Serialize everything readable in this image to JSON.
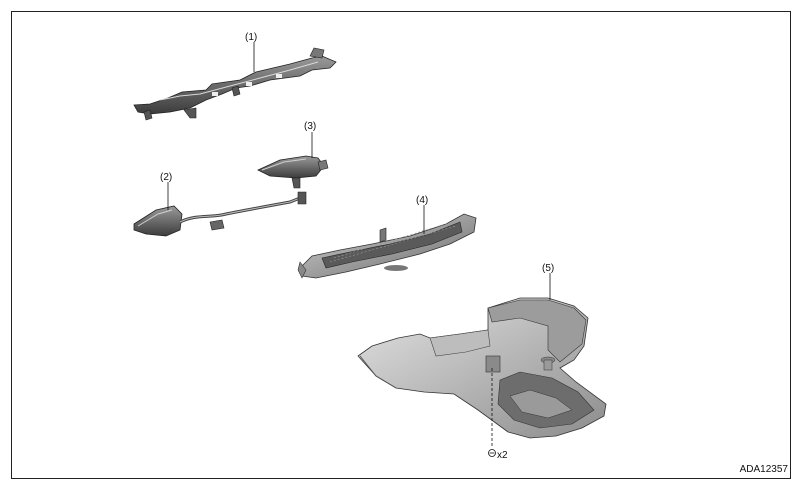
{
  "figure_code": "ADA12357",
  "callouts": {
    "part1": "(1)",
    "part2": "(2)",
    "part3": "(3)",
    "part4": "(4)",
    "part5": "(5)"
  },
  "fastener_qty": "x2"
}
